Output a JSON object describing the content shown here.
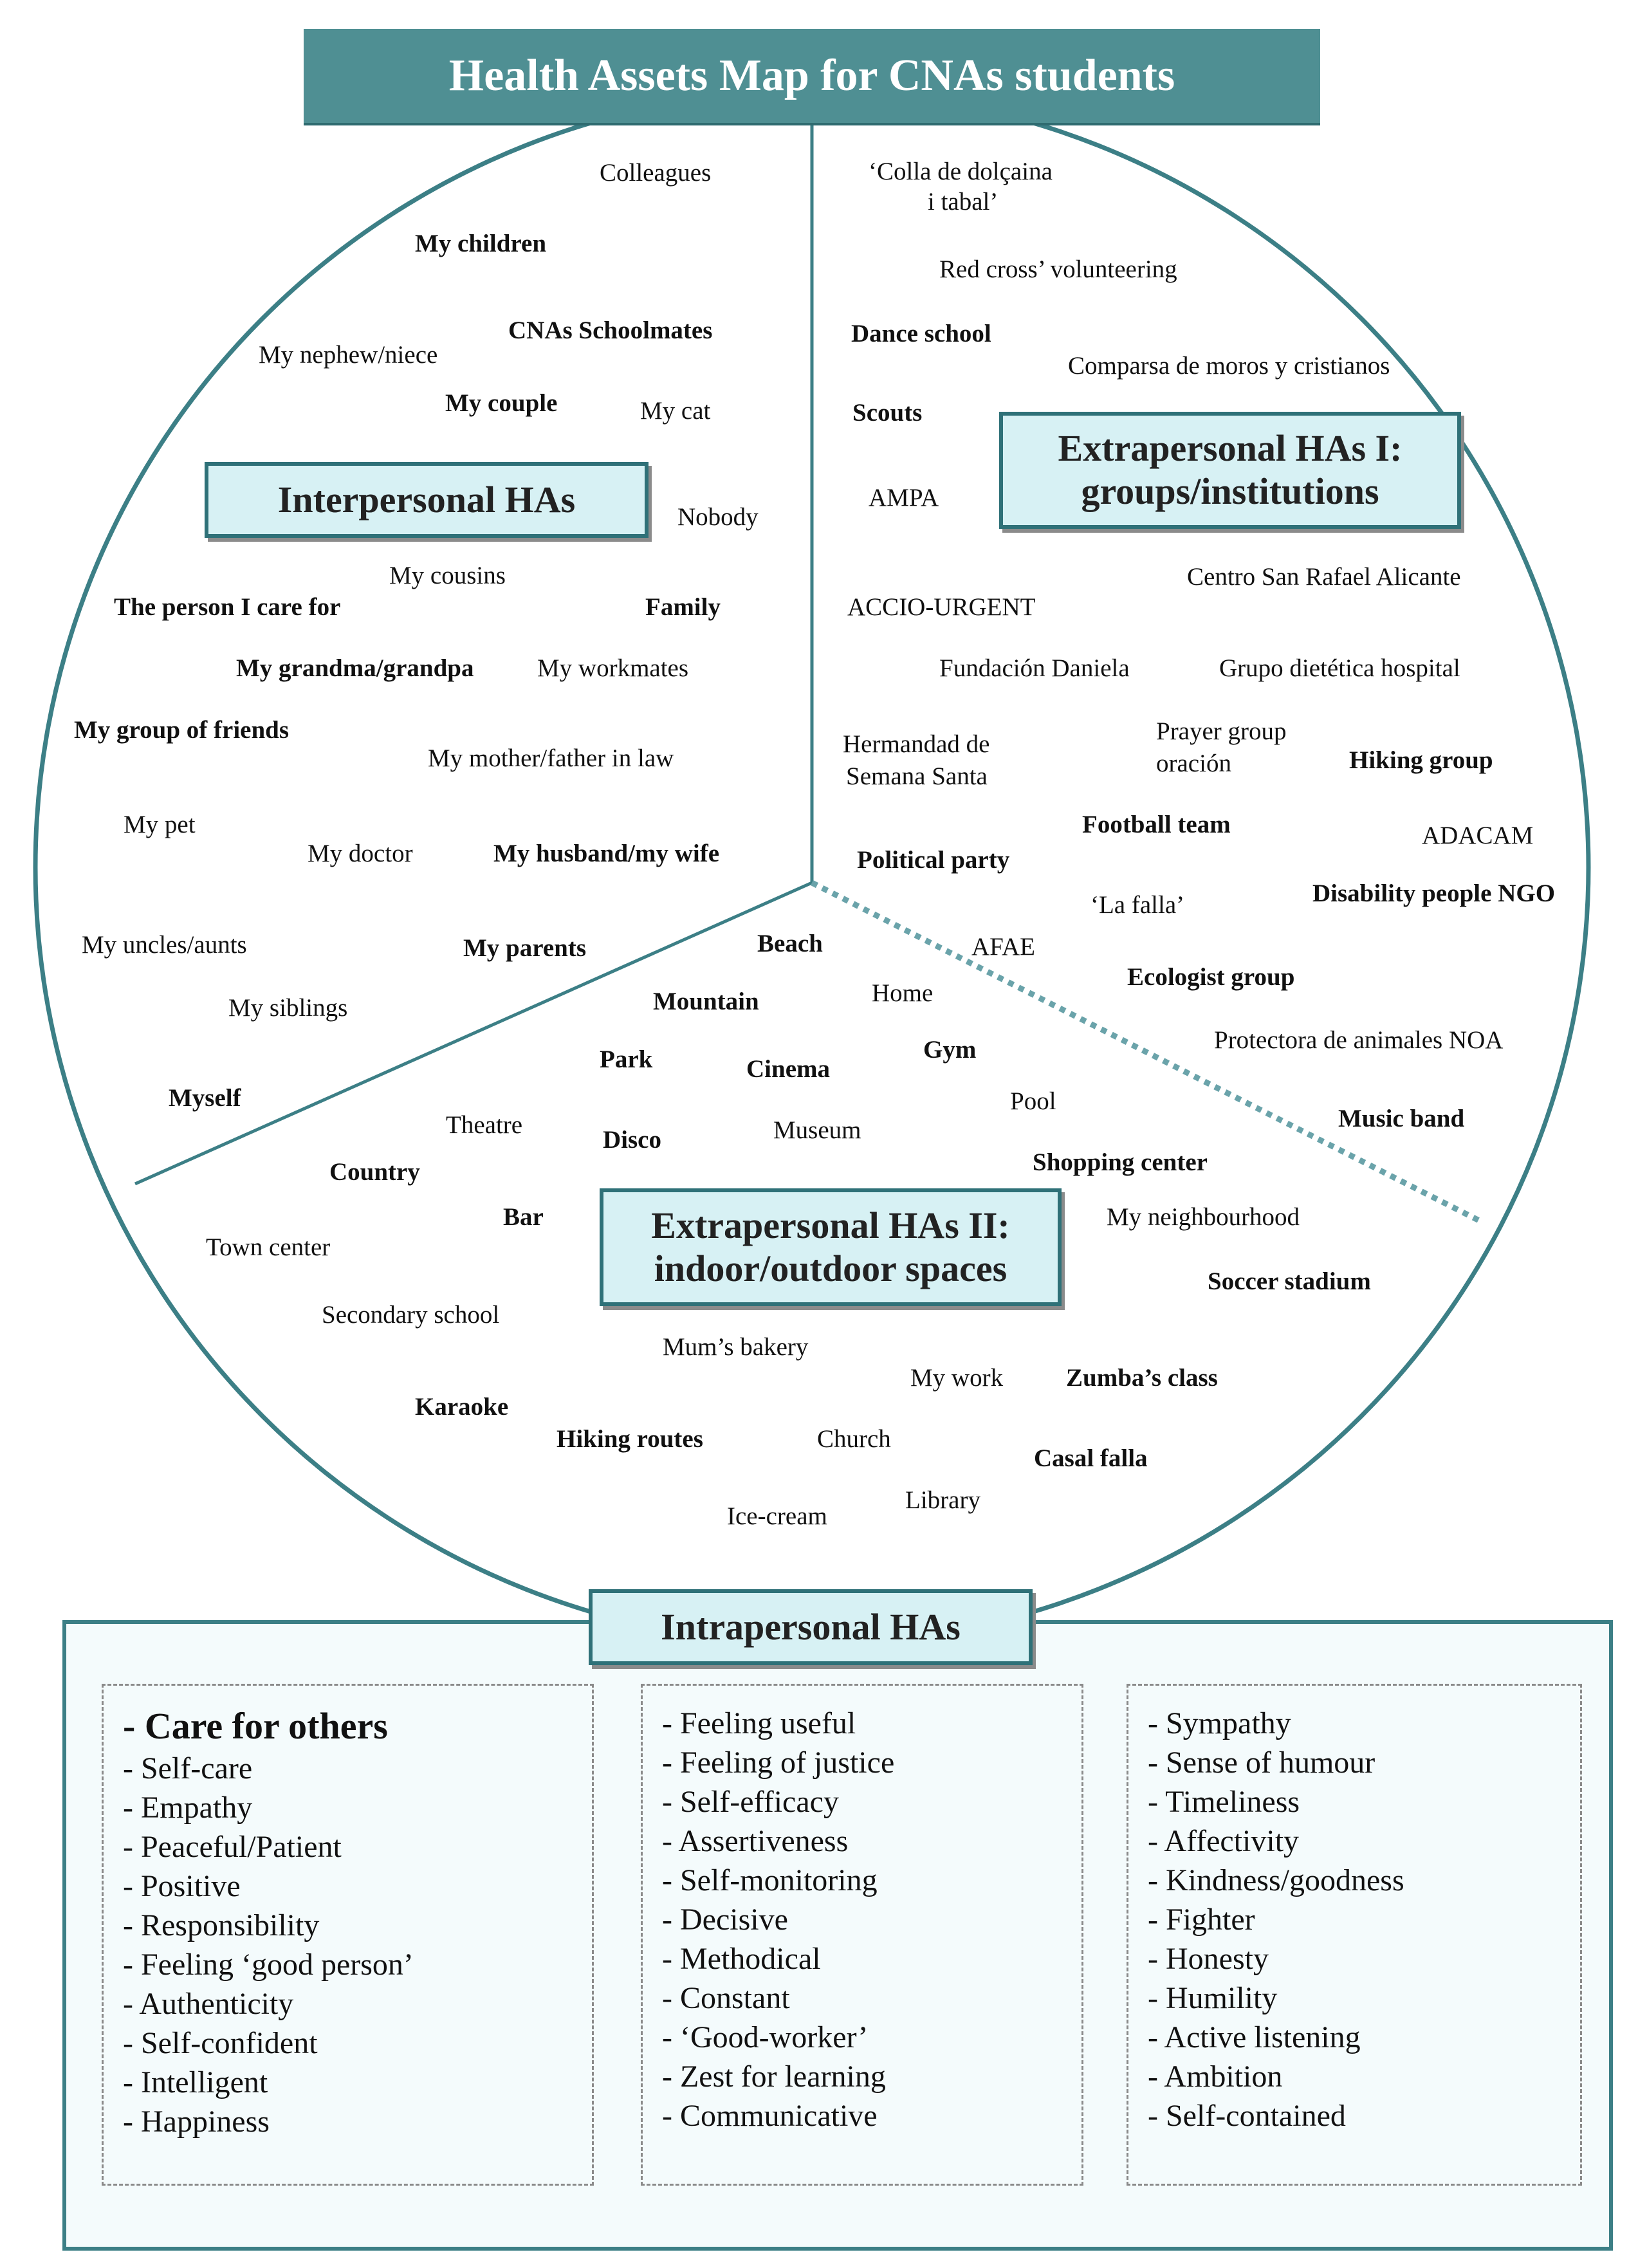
{
  "title": "Health Assets Map for CNAs students",
  "sections": {
    "interpersonal": "Interpersonal HAs",
    "extra1_line1": "Extrapersonal HAs I:",
    "extra1_line2": "groups/institutions",
    "extra2_line1": "Extrapersonal HAs II:",
    "extra2_line2": "indoor/outdoor spaces",
    "intrapersonal": "Intrapersonal HAs"
  },
  "interpersonal_items": [
    "Colleagues",
    "My children",
    "CNAs Schoolmates",
    "My nephew/niece",
    "My couple",
    "My cat",
    "Nobody",
    "My cousins",
    "The person I care for",
    "Family",
    "My grandma/grandpa",
    "My workmates",
    "My group of friends",
    "My mother/father in law",
    "My pet",
    "My doctor",
    "My husband/my wife",
    "My uncles/aunts",
    "My parents",
    "My siblings",
    "Myself"
  ],
  "groups_items": [
    "‘Colla de dolçaina",
    "i tabal’",
    "Red cross’ volunteering",
    "Dance school",
    "Comparsa de moros y cristianos",
    "Scouts",
    "AMPA",
    "Centro San Rafael Alicante",
    "ACCIO-URGENT",
    "Fundación Daniela",
    "Grupo dietética hospital",
    "Hermandad de",
    "Semana Santa",
    "Prayer group",
    "oración",
    "Hiking group",
    "Football team",
    "ADACAM",
    "Political party",
    "‘La falla’",
    "Disability people NGO",
    "AFAE",
    "Ecologist group",
    "Protectora de animales NOA",
    "Music band"
  ],
  "spaces_items": [
    "Beach",
    "Mountain",
    "Home",
    "Park",
    "Cinema",
    "Gym",
    "Pool",
    "Theatre",
    "Disco",
    "Museum",
    "Country",
    "Shopping center",
    "Bar",
    "My neighbourhood",
    "Town center",
    "Soccer stadium",
    "Secondary school",
    "Mum’s bakery",
    "My work",
    "Zumba’s class",
    "Karaoke",
    "Hiking routes",
    "Church",
    "Casal falla",
    "Library",
    "Ice-cream"
  ],
  "intrapersonal_columns": [
    [
      "- Care for others",
      "- Self-care",
      "- Empathy",
      "- Peaceful/Patient",
      "- Positive",
      "- Responsibility",
      "- Feeling ‘good person’",
      "- Authenticity",
      "- Self-confident",
      "- Intelligent",
      "- Happiness"
    ],
    [
      "- Feeling useful",
      "- Feeling of justice",
      "- Self-efficacy",
      "- Assertiveness",
      "- Self-monitoring",
      "- Decisive",
      "- Methodical",
      "- Constant",
      "- ‘Good-worker’",
      "- Zest for learning",
      "- Communicative"
    ],
    [
      "- Sympathy",
      "- Sense of humour",
      "- Timeliness",
      "- Affectivity",
      "- Kindness/goodness",
      "- Fighter",
      "- Honesty",
      "- Humility",
      "- Active listening",
      "- Ambition",
      "- Self-contained"
    ]
  ],
  "colors": {
    "accent": "#4f8f93",
    "border": "#2f7178",
    "label_fill": "#d7f1f4"
  }
}
